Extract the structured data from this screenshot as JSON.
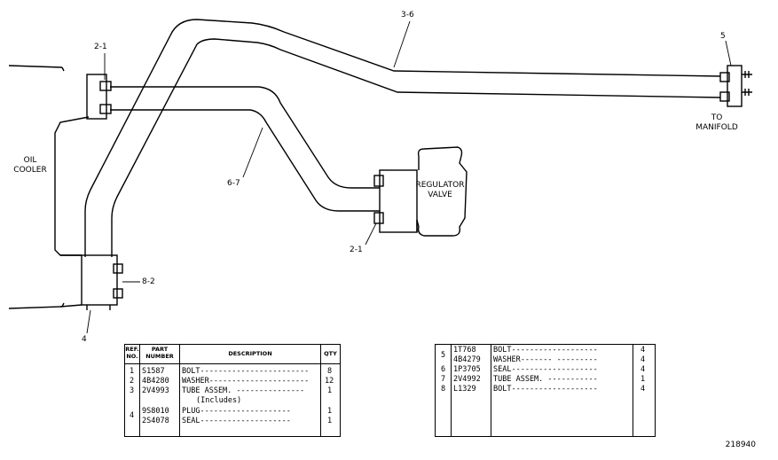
{
  "labels": {
    "ref_3_6": "3-6",
    "ref_5": "5",
    "ref_2_1_top": "2-1",
    "ref_2_1_bottom": "2-1",
    "ref_6_7": "6-7",
    "ref_8_2": "8-2",
    "ref_4": "4",
    "oil_cooler_line1": "OIL",
    "oil_cooler_line2": "COOLER",
    "regulator_line1": "REGULATOR",
    "regulator_line2": "VALVE",
    "manifold_line1": "TO",
    "manifold_line2": "MANIFOLD"
  },
  "table1": {
    "headers": {
      "ref": "REF. NO.",
      "part": "PART NUMBER",
      "desc": "DESCRIPTION",
      "qty": "QTY"
    },
    "rows": [
      {
        "ref": "1",
        "part": "S1587",
        "desc": "BOLT------------------------",
        "qty": "8"
      },
      {
        "ref": "2",
        "part": "4B4280",
        "desc": "WASHER----------------------",
        "qty": "12"
      },
      {
        "ref": "3",
        "part": "2V4993",
        "desc": "TUBE ASSEM. ---------------",
        "qty": "1"
      },
      {
        "ref": "",
        "part": "",
        "desc": "(Includes)",
        "qty": ""
      },
      {
        "ref": "4",
        "part": "9S8010",
        "desc": "   PLUG--------------------",
        "qty": "1"
      },
      {
        "ref": "",
        "part": "2S4078",
        "desc": "   SEAL--------------------",
        "qty": "1"
      }
    ]
  },
  "table2": {
    "rows": [
      {
        "ref": "5",
        "part": "1T768",
        "desc": "BOLT-------------------",
        "qty": "4"
      },
      {
        "ref": "",
        "part": "4B4279",
        "desc": "WASHER-------  ---------",
        "qty": "4"
      },
      {
        "ref": "6",
        "part": "1P3705",
        "desc": "SEAL-------------------",
        "qty": "4"
      },
      {
        "ref": "7",
        "part": "2V4992",
        "desc": "TUBE ASSEM. -----------",
        "qty": "1"
      },
      {
        "ref": "8",
        "part": "L1329",
        "desc": "BOLT-------------------",
        "qty": "4"
      }
    ]
  },
  "figure_number": "218940"
}
